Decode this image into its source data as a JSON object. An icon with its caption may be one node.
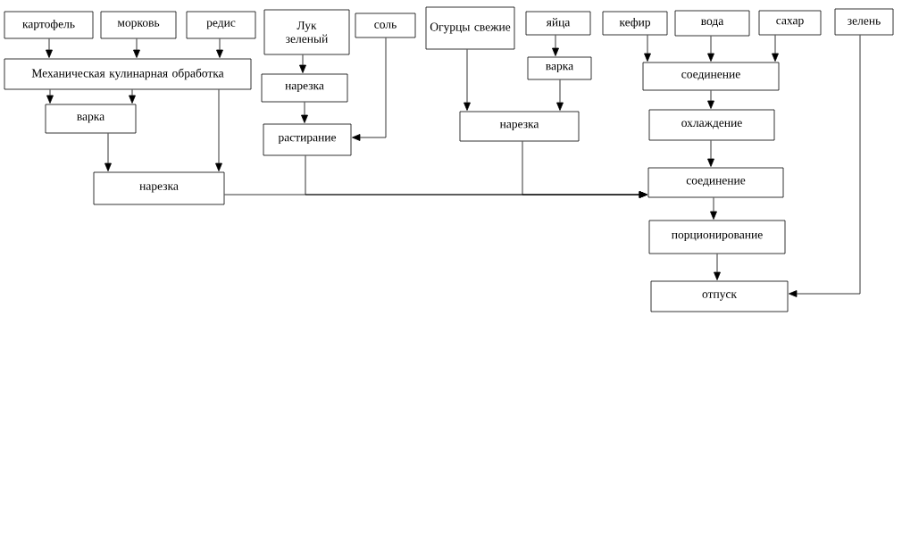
{
  "diagram": {
    "nodes": [
      {
        "text": [
          "картофель"
        ]
      },
      {
        "text": [
          "морковь"
        ]
      },
      {
        "text": [
          "редис"
        ]
      },
      {
        "text": [
          "Лук зеленый"
        ]
      },
      {
        "text": [
          "соль"
        ]
      },
      {
        "text": [
          "Огурцы свежие"
        ]
      },
      {
        "text": [
          "яйца"
        ]
      },
      {
        "text": [
          "кефир"
        ]
      },
      {
        "text": [
          "вода"
        ]
      },
      {
        "text": [
          "сахар"
        ]
      },
      {
        "text": [
          "зелень"
        ]
      },
      {
        "text": [
          "Механическая кулинарная обработка"
        ]
      },
      {
        "text": [
          "нарезка"
        ]
      },
      {
        "text": [
          "варка"
        ]
      },
      {
        "text": [
          "соединение"
        ]
      },
      {
        "text": [
          "варка"
        ]
      },
      {
        "text": [
          "растирание"
        ]
      },
      {
        "text": [
          "нарезка"
        ]
      },
      {
        "text": [
          "охлаждение"
        ]
      },
      {
        "text": [
          "нарезка"
        ]
      },
      {
        "text": [
          "соединение"
        ]
      },
      {
        "text": [
          "порционирование"
        ]
      },
      {
        "text": [
          "отпуск"
        ]
      }
    ],
    "edges": [
      {
        "from": 0,
        "to": 11,
        "arrow": "to"
      },
      {
        "from": 1,
        "to": 11,
        "arrow": "to"
      },
      {
        "from": 2,
        "to": 11,
        "arrow": "to"
      },
      {
        "from": 11,
        "to": 15,
        "arrow": "to"
      },
      {
        "from": 11,
        "to": 15,
        "arrow": "to"
      },
      {
        "from": 11,
        "to": 19,
        "arrow": "to"
      },
      {
        "from": 15,
        "to": 19,
        "arrow": "to"
      },
      {
        "from": 3,
        "to": 12,
        "arrow": "to"
      },
      {
        "from": 12,
        "to": 16,
        "arrow": "to"
      },
      {
        "from": 4,
        "to": 16,
        "arrow": "to"
      },
      {
        "from": 5,
        "to": 17,
        "arrow": "to"
      },
      {
        "from": 6,
        "to": 13,
        "arrow": "to"
      },
      {
        "from": 13,
        "to": 17,
        "arrow": "to"
      },
      {
        "from": 7,
        "to": 14,
        "arrow": "to"
      },
      {
        "from": 8,
        "to": 14,
        "arrow": "to"
      },
      {
        "from": 9,
        "to": 14,
        "arrow": "to"
      },
      {
        "from": 14,
        "to": 18,
        "arrow": "to"
      },
      {
        "from": 18,
        "to": 20,
        "arrow": "to"
      },
      {
        "from": 19,
        "to": 20,
        "arrow": "to"
      },
      {
        "from": 16,
        "to": 20,
        "arrow": "to"
      },
      {
        "from": 17,
        "to": 20,
        "arrow": "to"
      },
      {
        "from": 20,
        "to": 21,
        "arrow": "to"
      },
      {
        "from": 21,
        "to": 22,
        "arrow": "to"
      },
      {
        "from": 10,
        "to": 22,
        "arrow": "to"
      }
    ]
  }
}
